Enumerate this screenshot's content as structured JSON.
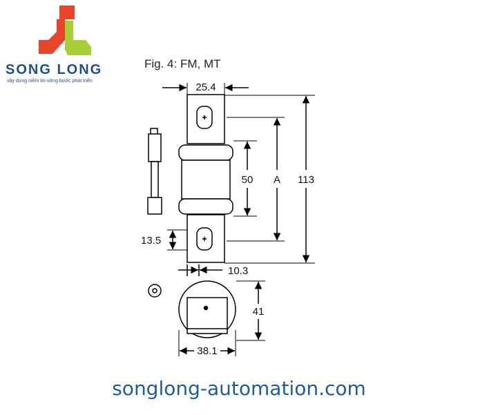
{
  "brand": {
    "name": "SONG LONG",
    "tagline": "xây dựng niềm tin-vững bước phát triển",
    "color_red": "#e8452c",
    "color_green": "#a6ce39",
    "color_blue": "#1f4e8f"
  },
  "figure": {
    "title": "Fig. 4: FM, MT",
    "dims": {
      "top_width": "25.4",
      "height_50": "50",
      "height_a": "A",
      "height_113": "113",
      "tab_13_5": "13.5",
      "tab_10_3": "10.3",
      "height_41": "41",
      "width_38_1": "38.1"
    }
  },
  "footer": {
    "website": "songlong-automation.com",
    "color": "#1f5c99"
  }
}
